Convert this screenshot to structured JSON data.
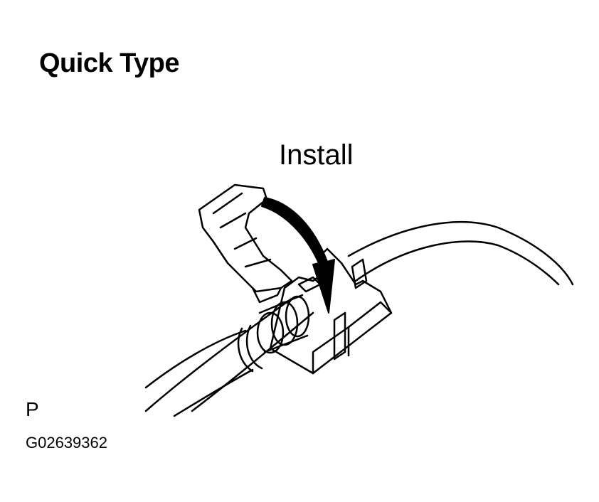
{
  "title": "Quick Type",
  "action_label": "Install",
  "view_letter": "P",
  "figure_code": "G02639362",
  "colors": {
    "ink": "#000000",
    "paper": "#ffffff"
  }
}
